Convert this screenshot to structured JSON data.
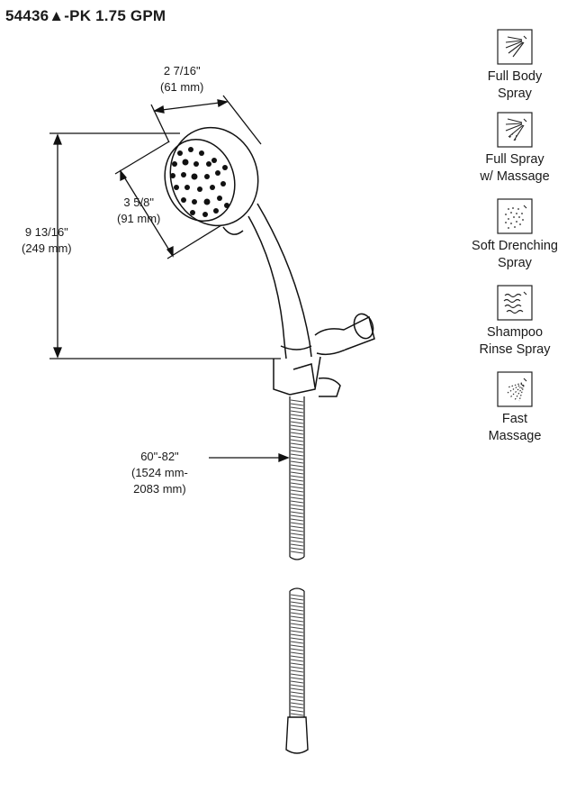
{
  "title": "54436▲-PK  1.75 GPM",
  "dimensions": {
    "head_width": {
      "imperial": "2 7/16\"",
      "metric": "(61 mm)"
    },
    "head_diameter": {
      "imperial": "3 5/8\"",
      "metric": "(91 mm)"
    },
    "overall_height": {
      "imperial": "9 13/16\"",
      "metric": "(249 mm)"
    },
    "hose_length": {
      "imperial": "60\"-82\"",
      "metric_line1": "(1524 mm-",
      "metric_line2": "2083 mm)"
    }
  },
  "spray_settings": [
    {
      "icon": "full-body-spray-icon",
      "line1": "Full Body",
      "line2": "Spray"
    },
    {
      "icon": "full-spray-massage-icon",
      "line1": "Full Spray",
      "line2": "w/ Massage"
    },
    {
      "icon": "soft-drenching-spray-icon",
      "line1": "Soft Drenching",
      "line2": "Spray"
    },
    {
      "icon": "shampoo-rinse-spray-icon",
      "line1": "Shampoo",
      "line2": "Rinse Spray"
    },
    {
      "icon": "fast-massage-icon",
      "line1": "Fast",
      "line2": "Massage"
    }
  ]
}
